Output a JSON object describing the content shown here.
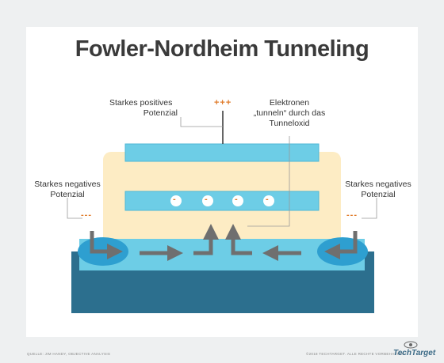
{
  "title": "Fowler-Nordheim Tunneling",
  "labels": {
    "positive_potential": [
      "Starkes positives",
      "Potenzial"
    ],
    "electrons": [
      "Elektronen",
      "„tunneln“ durch das",
      "Tunneloxid"
    ],
    "negative_left": [
      "Starkes negatives",
      "Potenzial"
    ],
    "negative_right": [
      "Starkes negatives",
      "Potenzial"
    ]
  },
  "charges": {
    "positive": "+++",
    "negative_left": "---",
    "negative_right": "---",
    "electron_symbol": "-"
  },
  "electron_count": 4,
  "footer": {
    "source": "QUELLE: JIM HANDY, OBJECTIVE ANALYSIS",
    "copyright": "©2018 TECHTARGET. ALLE RECHTE VORBEHALTEN.",
    "brand": "TechTarget"
  },
  "colors": {
    "background": "#eef0f1",
    "card": "#ffffff",
    "oxide": "#fdecc4",
    "gate_layer": "#6dcde6",
    "gate_border": "#4fb7d6",
    "substrate": "#2c6f8e",
    "channel": "#6dcde6",
    "arrow": "#6f6f6f",
    "charge": "#e07b2a",
    "text": "#333333",
    "title": "#3a3a3a"
  }
}
